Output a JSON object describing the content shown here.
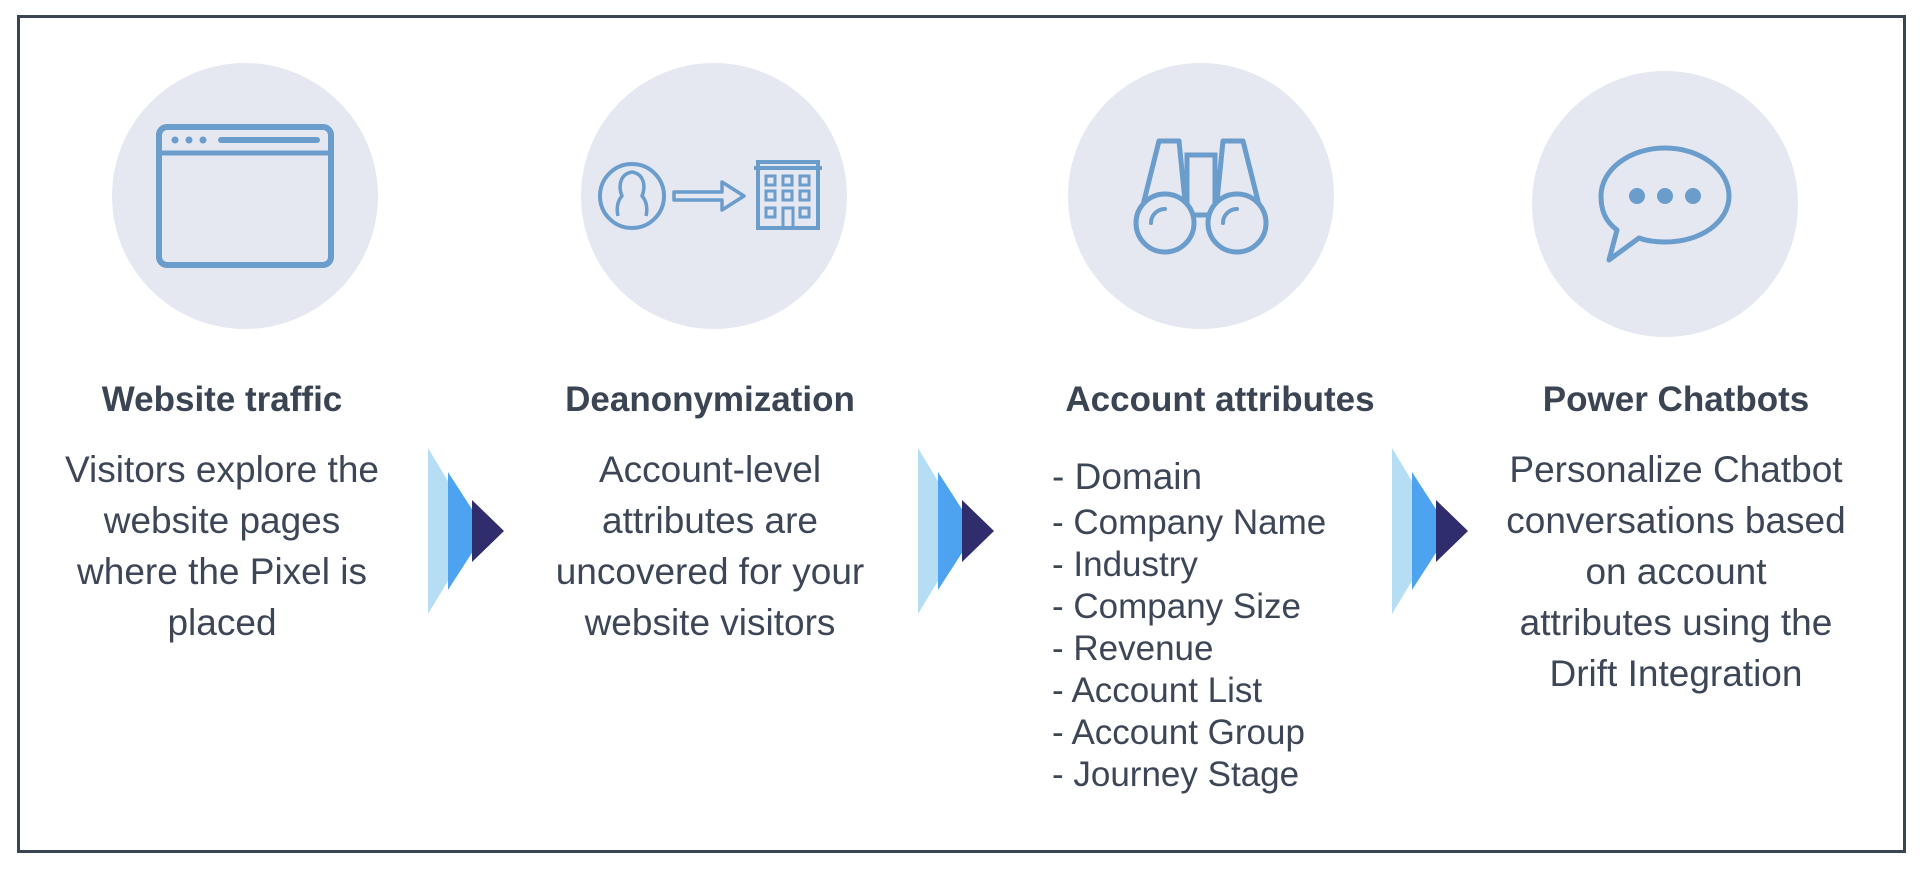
{
  "steps": [
    {
      "title": "Website traffic",
      "icon": "browser-window-icon",
      "description": [
        "Visitors explore the",
        "website pages",
        "where the Pixel is",
        "placed"
      ]
    },
    {
      "title": "Deanonymization",
      "icon": "person-to-building-icon",
      "description": [
        "Account-level",
        "attributes are",
        "uncovered for your",
        "website visitors"
      ]
    },
    {
      "title": "Account attributes",
      "icon": "binoculars-icon",
      "attributes": [
        "- Domain",
        "- Company Name",
        "- Industry",
        "- Company Size",
        "- Revenue",
        "- Account List",
        "- Account Group",
        "- Journey Stage"
      ]
    },
    {
      "title": "Power Chatbots",
      "icon": "chat-bubble-icon",
      "description": [
        "Personalize Chatbot",
        "conversations based",
        "on account",
        "attributes using the",
        "Drift Integration"
      ]
    }
  ],
  "colors": {
    "icon_stroke": "#6a9ccc",
    "circle_fill": "#e5e8f1",
    "arrow_light": "#b5def5",
    "arrow_mid": "#4da3ef",
    "arrow_dark": "#2f2d6b"
  }
}
